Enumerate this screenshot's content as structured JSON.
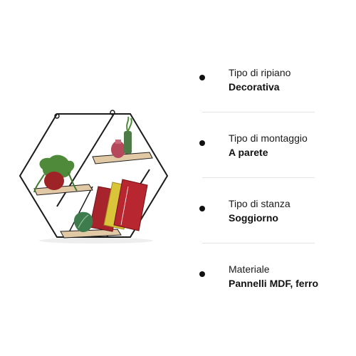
{
  "specs": [
    {
      "label": "Tipo di ripiano",
      "value": "Decorativa"
    },
    {
      "label": "Tipo di montaggio",
      "value": "A parete"
    },
    {
      "label": "Tipo di stanza",
      "value": "Soggiorno"
    },
    {
      "label": "Materiale",
      "value": "Pannelli MDF, ferro"
    }
  ],
  "colors": {
    "frame": "#1b1b1b",
    "wood": "#e2c9a6",
    "book_red": "#a8242c",
    "book_yellow": "#d9c43a",
    "plant_green": "#4f8a3a",
    "vase_red": "#9e2326"
  }
}
